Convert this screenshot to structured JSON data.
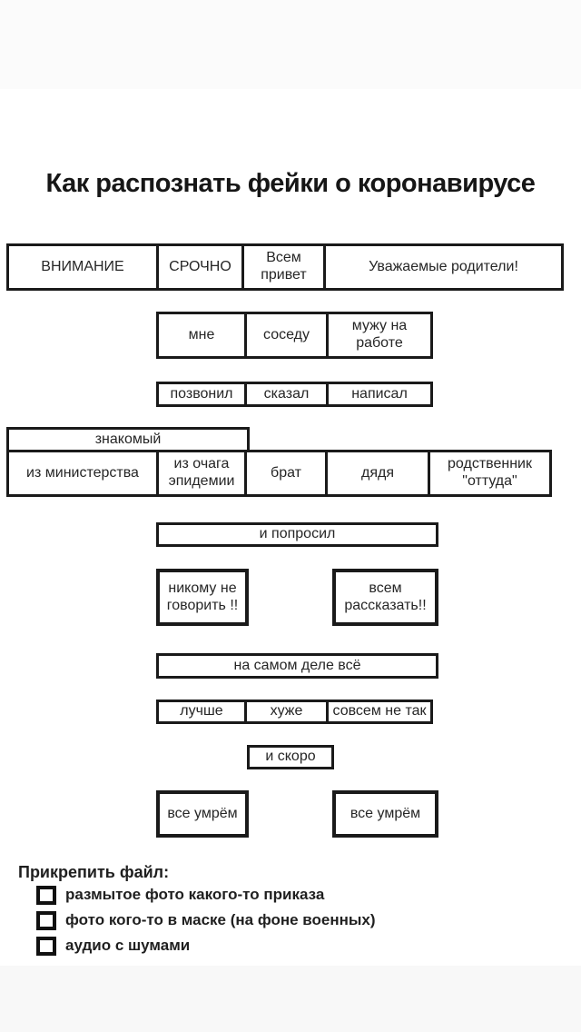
{
  "title": "Как распознать фейки о коронавирусе",
  "colors": {
    "ink": "#1a1a1a",
    "background": "#ffffff"
  },
  "diagram": {
    "greeting_row": [
      "ВНИМАНИЕ",
      "СРОЧНО",
      "Всем привет",
      "Уважаемые родители!"
    ],
    "recipient_row": [
      "мне",
      "соседу",
      "мужу на работе"
    ],
    "action_row": [
      "позвонил",
      "сказал",
      "написал"
    ],
    "source_header": "знакомый",
    "source_row": [
      "из министерства",
      "из очага эпидемии",
      "брат",
      "дядя",
      "родственник \"оттуда\""
    ],
    "request_row": "и попросил",
    "instruction_row": [
      "никому не говорить !!",
      "всем рассказать!!"
    ],
    "reality_row": "на самом деле всё",
    "comparison_row": [
      "лучше",
      "хуже",
      "совсем не так"
    ],
    "soon_row": "и скоро",
    "outcome_row": [
      "все умрём",
      "все умрём"
    ]
  },
  "attach": {
    "header": "Прикрепить файл:",
    "items": [
      "размытое фото какого-то приказа",
      "фото кого-то в маске (на фоне военных)",
      "аудио с шумами"
    ]
  }
}
